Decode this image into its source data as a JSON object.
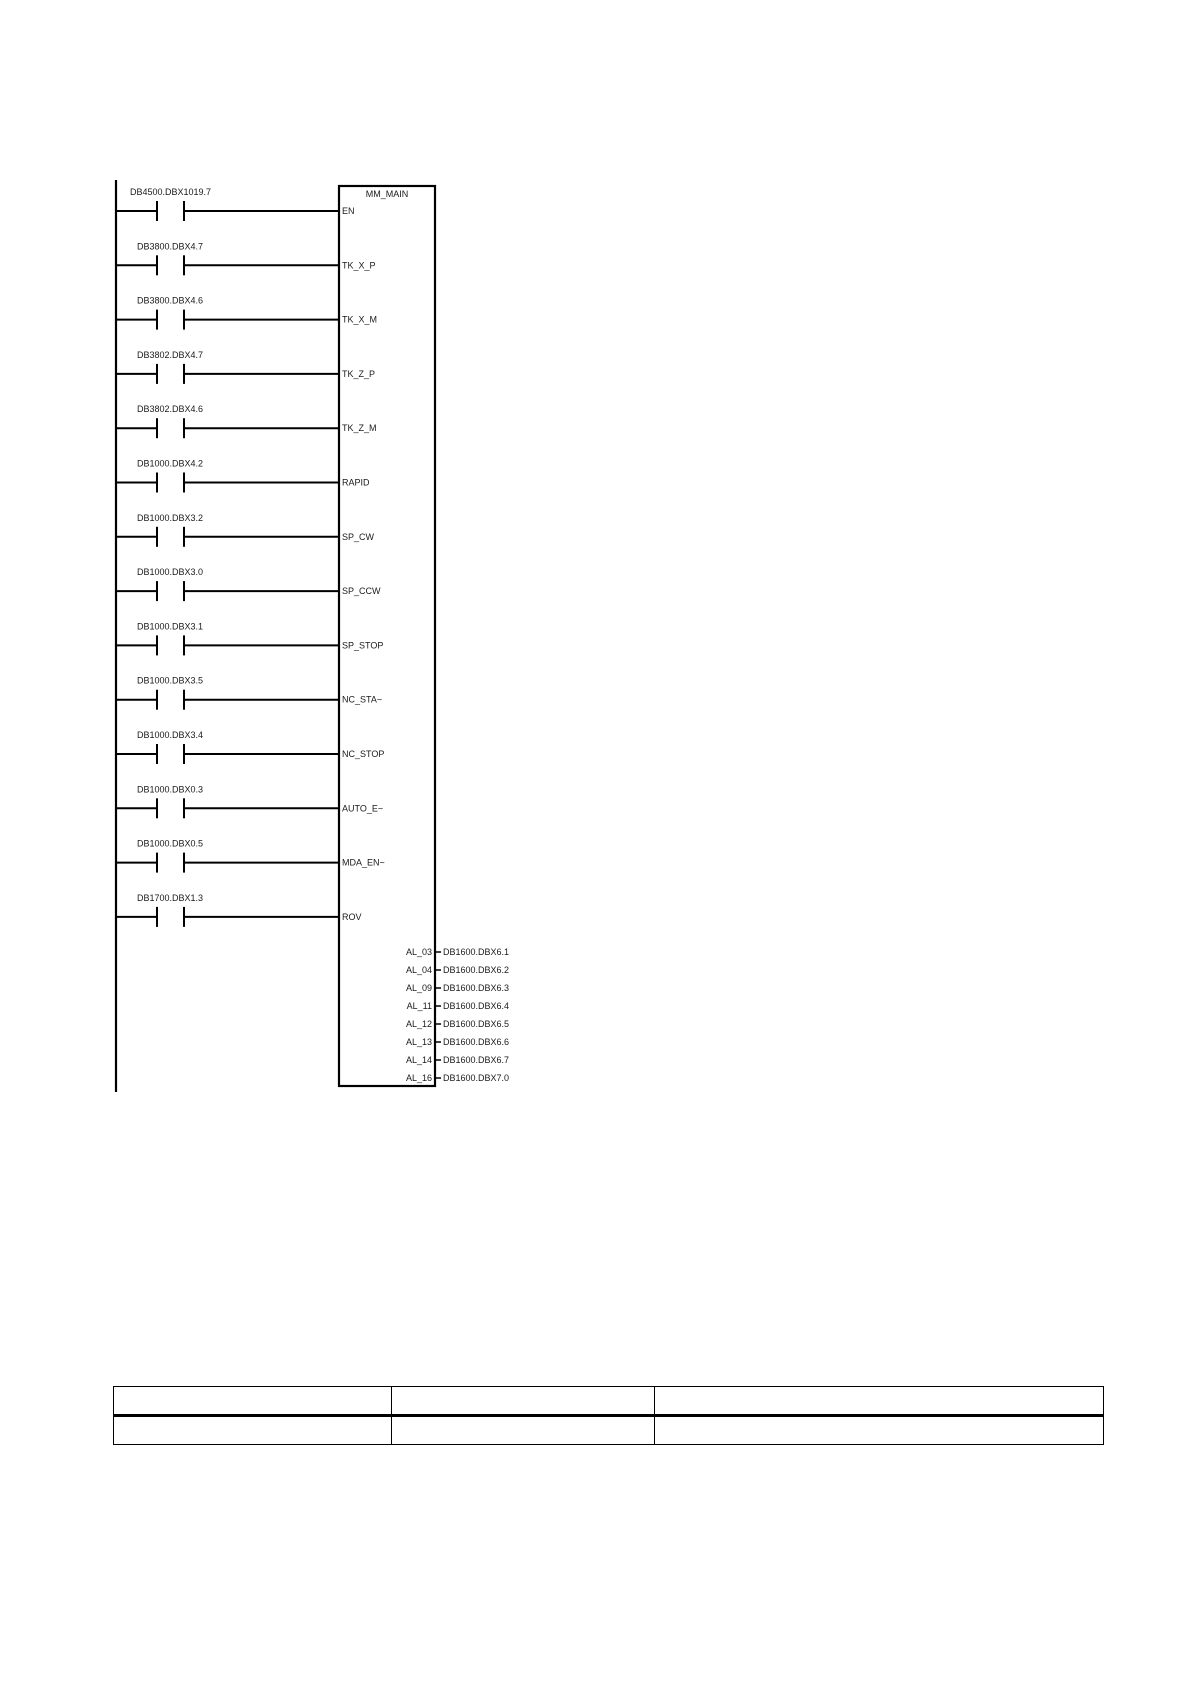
{
  "block": {
    "name": "MM_MAIN",
    "inputs": [
      {
        "address": "DB4500.DBX1019.7",
        "pin": "EN"
      },
      {
        "address": "DB3800.DBX4.7",
        "pin": "TK_X_P"
      },
      {
        "address": "DB3800.DBX4.6",
        "pin": "TK_X_M"
      },
      {
        "address": "DB3802.DBX4.7",
        "pin": "TK_Z_P"
      },
      {
        "address": "DB3802.DBX4.6",
        "pin": "TK_Z_M"
      },
      {
        "address": "DB1000.DBX4.2",
        "pin": "RAPID"
      },
      {
        "address": "DB1000.DBX3.2",
        "pin": "SP_CW"
      },
      {
        "address": "DB1000.DBX3.0",
        "pin": "SP_CCW"
      },
      {
        "address": "DB1000.DBX3.1",
        "pin": "SP_STOP"
      },
      {
        "address": "DB1000.DBX3.5",
        "pin": "NC_STA~"
      },
      {
        "address": "DB1000.DBX3.4",
        "pin": "NC_STOP"
      },
      {
        "address": "DB1000.DBX0.3",
        "pin": "AUTO_E~"
      },
      {
        "address": "DB1000.DBX0.5",
        "pin": "MDA_EN~"
      },
      {
        "address": "DB1700.DBX1.3",
        "pin": "ROV"
      }
    ],
    "outputs": [
      {
        "pin": "AL_03",
        "address": "DB1600.DBX6.1"
      },
      {
        "pin": "AL_04",
        "address": "DB1600.DBX6.2"
      },
      {
        "pin": "AL_09",
        "address": "DB1600.DBX6.3"
      },
      {
        "pin": "AL_11",
        "address": "DB1600.DBX6.4"
      },
      {
        "pin": "AL_12",
        "address": "DB1600.DBX6.5"
      },
      {
        "pin": "AL_13",
        "address": "DB1600.DBX6.6"
      },
      {
        "pin": "AL_14",
        "address": "DB1600.DBX6.7"
      },
      {
        "pin": "AL_16",
        "address": "DB1600.DBX7.0"
      }
    ]
  },
  "table": {
    "rows": [
      [
        "",
        "",
        ""
      ],
      [
        "",
        "",
        ""
      ]
    ]
  }
}
